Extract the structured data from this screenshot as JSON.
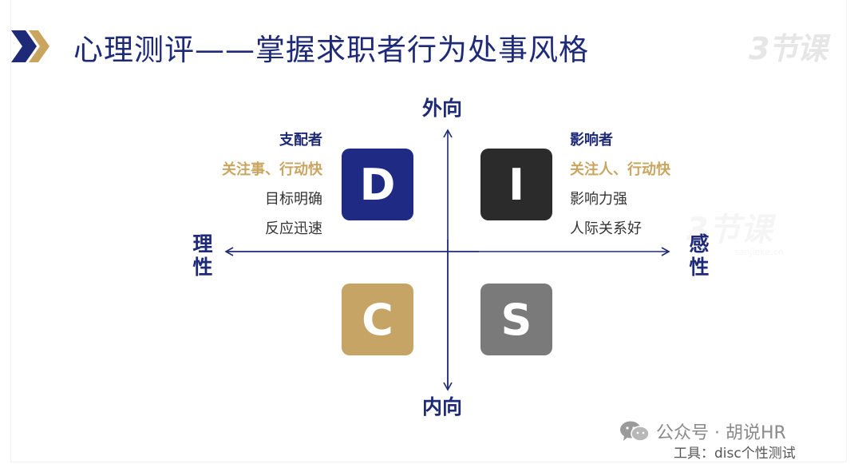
{
  "header": {
    "title": "心理测评——掌握求职者行为处事风格",
    "watermark": "3节课"
  },
  "watermark_mid": {
    "logo": "3节课",
    "url": "sanjieke.cn"
  },
  "axes": {
    "top": "外向",
    "bottom": "内向",
    "left": "理性",
    "right": "感性"
  },
  "quadrants": {
    "D": {
      "letter": "D",
      "color": "#1f2a84",
      "role": "支配者",
      "focus": "关注事、行动快",
      "traits": [
        "目标明确",
        "反应迅速"
      ]
    },
    "I": {
      "letter": "I",
      "color": "#2b2b2b",
      "role": "影响者",
      "focus": "关注人、行动快",
      "traits": [
        "影响力强",
        "人际关系好"
      ]
    },
    "C": {
      "letter": "C",
      "color": "#c5a465"
    },
    "S": {
      "letter": "S",
      "color": "#7a7a7a"
    }
  },
  "colors": {
    "primary": "#1e2a78",
    "accent": "#c9a560"
  },
  "footer": {
    "account": "公众号 · 胡说HR",
    "tool": "工具：disc个性测试"
  }
}
